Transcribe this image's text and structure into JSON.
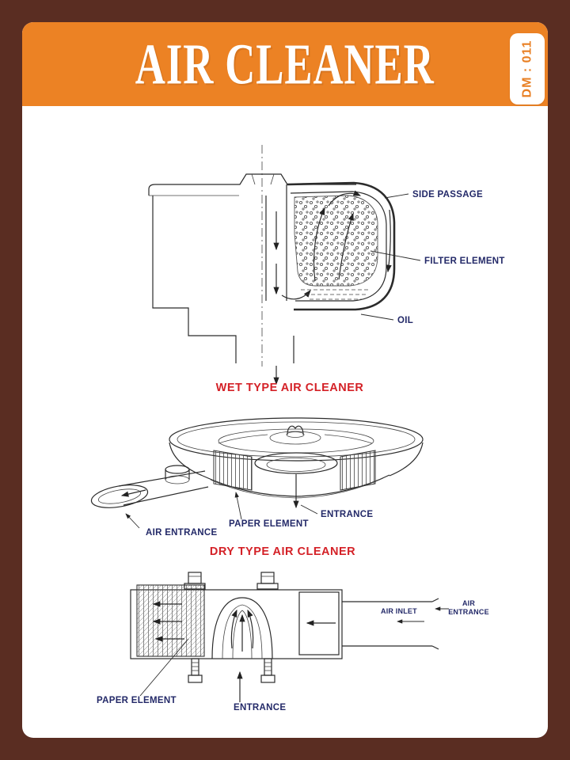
{
  "page": {
    "title": "AIR CLEANER",
    "badge": "DM : 011"
  },
  "colors": {
    "background_brown": "#5a2d22",
    "header_orange": "#ec8224",
    "badge_text_orange": "#e87f23",
    "label_navy": "#232968",
    "caption_red": "#d42127",
    "line_black": "#2b2b2b"
  },
  "wet": {
    "caption": "WET TYPE AIR CLEANER",
    "labels": {
      "side_passage": "SIDE PASSAGE",
      "filter_element": "FILTER ELEMENT",
      "oil": "OIL"
    }
  },
  "dry": {
    "caption": "DRY TYPE AIR CLEANER",
    "labels": {
      "air_entrance": "AIR ENTRANCE",
      "paper_element": "PAPER ELEMENT",
      "entrance": "ENTRANCE"
    }
  },
  "paper": {
    "labels": {
      "air_inlet": "AIR INLET",
      "air_line1": "AIR",
      "air_line2": "ENTRANCE",
      "paper_element": "PAPER ELEMENT",
      "entrance": "ENTRANCE"
    }
  }
}
